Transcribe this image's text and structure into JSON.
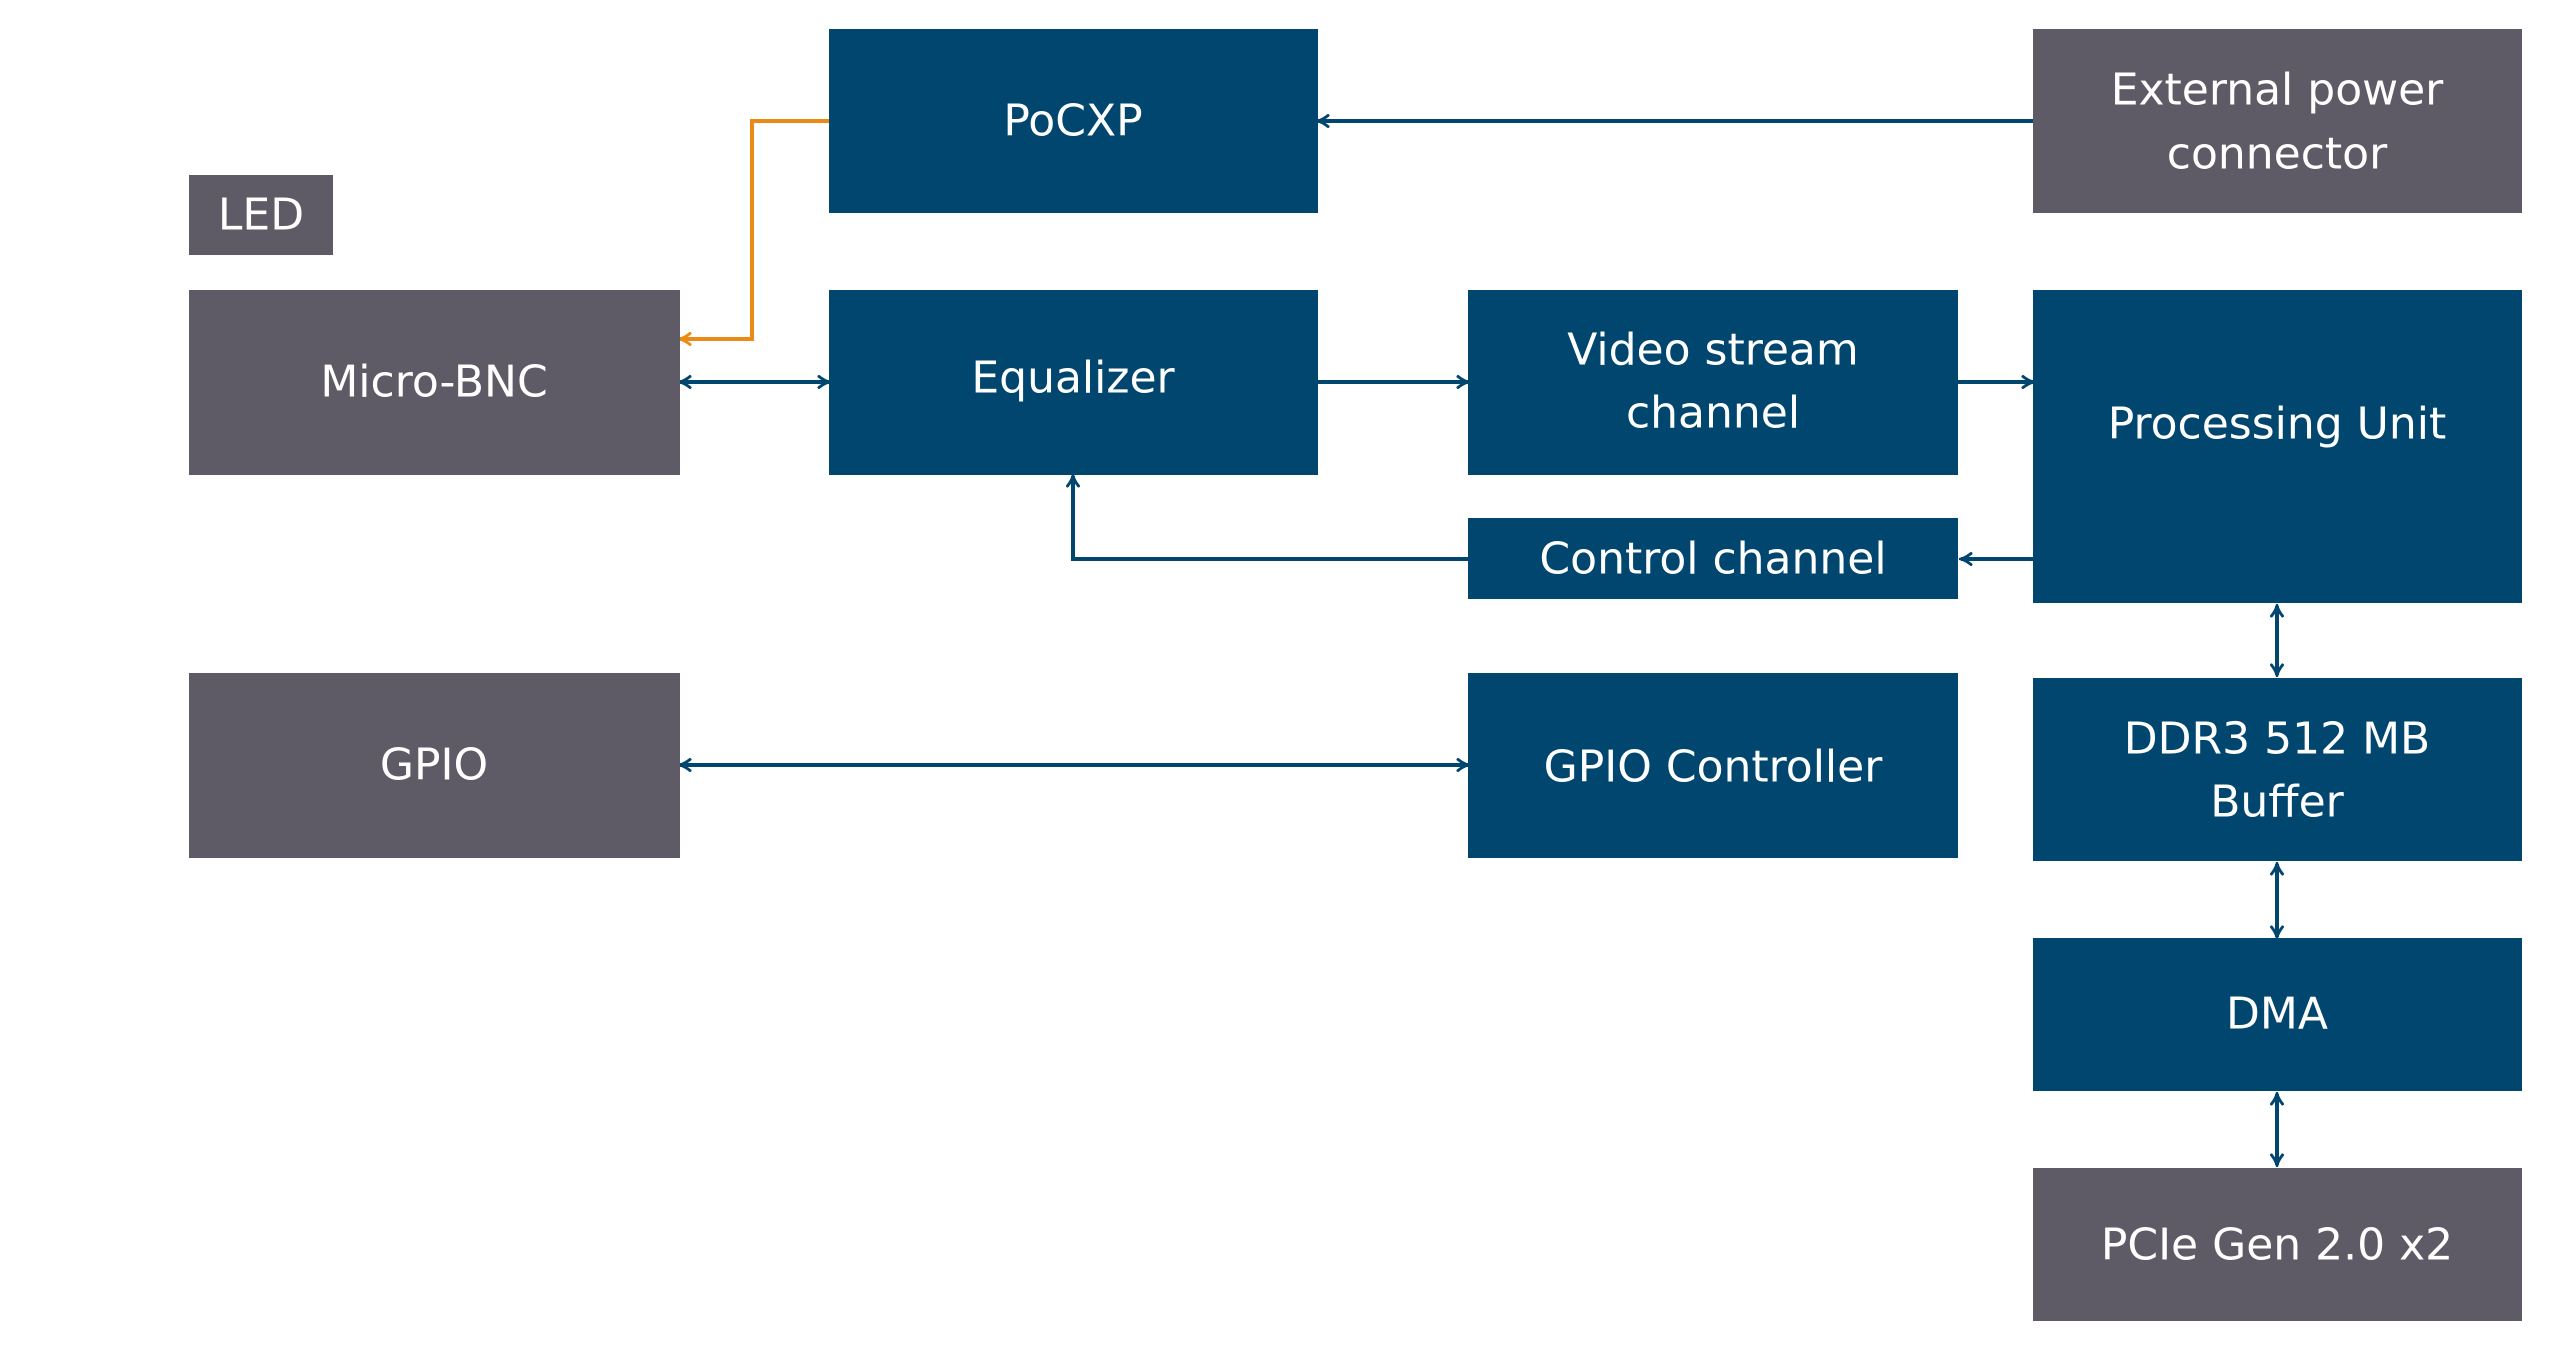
{
  "colors": {
    "blue": "#00466e",
    "gray": "#5e5b66",
    "orange": "#ec8a16",
    "background": "#ffffff"
  },
  "blocks": {
    "led": {
      "label": "LED",
      "color": "gray"
    },
    "pocxp": {
      "label": "PoCXP",
      "color": "blue"
    },
    "external_power": {
      "label_line1": "External power",
      "label_line2": "connector",
      "color": "gray"
    },
    "micro_bnc": {
      "label": "Micro-BNC",
      "color": "gray"
    },
    "equalizer": {
      "label": "Equalizer",
      "color": "blue"
    },
    "video_stream": {
      "label_line1": "Video stream",
      "label_line2": "channel",
      "color": "blue"
    },
    "processing_unit": {
      "label": "Processing Unit",
      "color": "blue"
    },
    "control_channel": {
      "label": "Control channel",
      "color": "blue"
    },
    "gpio": {
      "label": "GPIO",
      "color": "gray"
    },
    "gpio_controller": {
      "label": "GPIO Controller",
      "color": "blue"
    },
    "ddr3": {
      "label_line1": "DDR3 512 MB",
      "label_line2": "Buffer",
      "color": "blue"
    },
    "dma": {
      "label": "DMA",
      "color": "blue"
    },
    "pcie": {
      "label": "PCIe Gen 2.0 x2",
      "color": "gray"
    }
  },
  "connections": [
    {
      "from": "external_power",
      "to": "pocxp",
      "direction": "one-way",
      "color": "blue"
    },
    {
      "from": "pocxp",
      "to": "micro_bnc",
      "direction": "one-way",
      "color": "orange"
    },
    {
      "from": "micro_bnc",
      "to": "equalizer",
      "direction": "two-way",
      "color": "blue"
    },
    {
      "from": "equalizer",
      "to": "video_stream",
      "direction": "one-way",
      "color": "blue"
    },
    {
      "from": "video_stream",
      "to": "processing_unit",
      "direction": "one-way",
      "color": "blue"
    },
    {
      "from": "processing_unit",
      "to": "control_channel",
      "direction": "one-way",
      "color": "blue"
    },
    {
      "from": "control_channel",
      "to": "equalizer",
      "direction": "one-way",
      "color": "blue"
    },
    {
      "from": "gpio",
      "to": "gpio_controller",
      "direction": "two-way",
      "color": "blue"
    },
    {
      "from": "processing_unit",
      "to": "ddr3",
      "direction": "two-way",
      "color": "blue"
    },
    {
      "from": "ddr3",
      "to": "dma",
      "direction": "two-way",
      "color": "blue"
    },
    {
      "from": "dma",
      "to": "pcie",
      "direction": "two-way",
      "color": "blue"
    }
  ]
}
